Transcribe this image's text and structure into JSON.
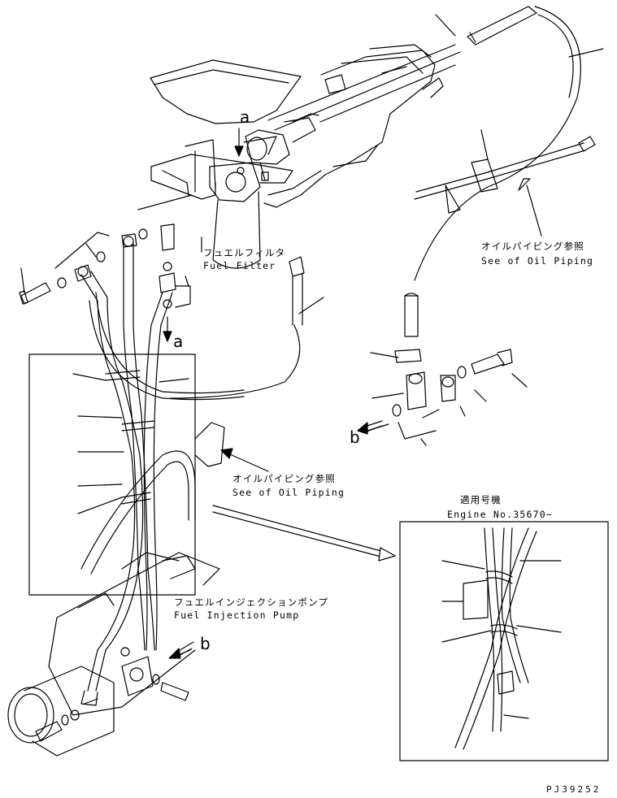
{
  "labels": {
    "fuel_filter_jp": "フュエルフィルタ",
    "fuel_filter_en": "Fuel Filter",
    "oil_piping_top_jp": "オイルパイピング参照",
    "oil_piping_top_en": "See of Oil Piping",
    "oil_piping_mid_jp": "オイルパイピング参照",
    "oil_piping_mid_en": "See of Oil Piping",
    "injection_pump_jp": "フュエルインジェクションポンプ",
    "injection_pump_en": "Fuel Injection Pump",
    "applicable_jp": "適用号機",
    "engine_no": "Engine No.35670~",
    "view_a_top": "a",
    "view_a_mid": "a",
    "view_b_right": "b",
    "view_b_bottom": "b",
    "drawing_code": "PJ39252"
  },
  "colors": {
    "line": "#000000",
    "background": "#ffffff"
  }
}
